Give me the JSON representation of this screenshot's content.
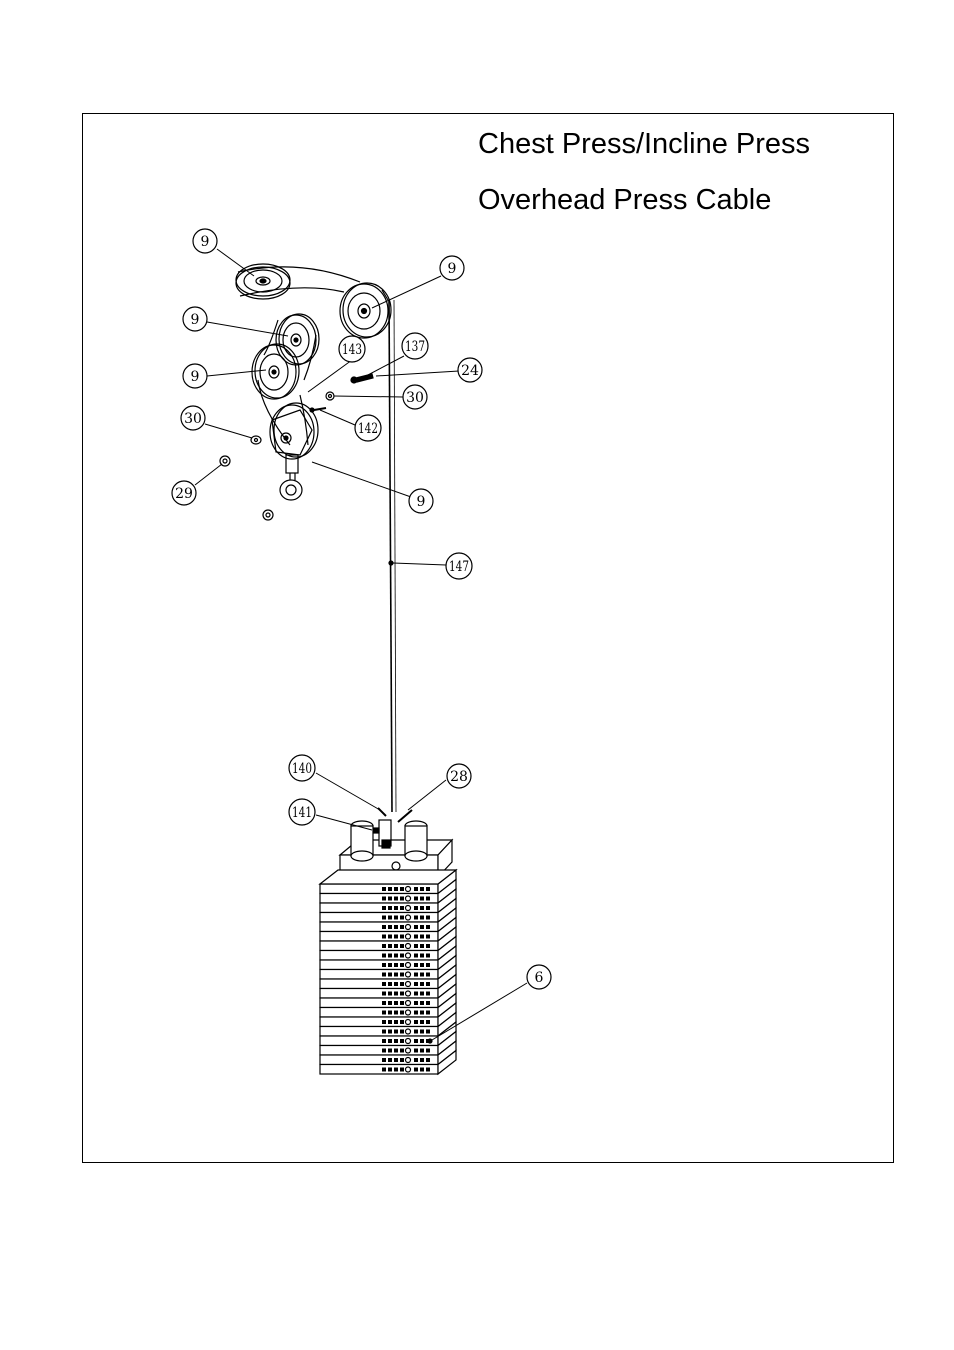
{
  "title": {
    "line1": "Chest Press/Incline Press",
    "line2": "Overhead Press Cable"
  },
  "callouts": {
    "pulley_top_left": "9",
    "pulley_top_right": "9",
    "pulley_mid_upper": "9",
    "pulley_mid_lower": "9",
    "pulley_floating": "9",
    "part_143": "143",
    "part_137": "137",
    "part_24": "24",
    "part_30_right": "30",
    "part_142": "142",
    "part_30_left": "30",
    "part_29": "29",
    "part_147": "147",
    "part_140": "140",
    "part_28": "28",
    "part_141": "141",
    "part_6": "6"
  },
  "weight_stack": {
    "plate_count": 20
  }
}
